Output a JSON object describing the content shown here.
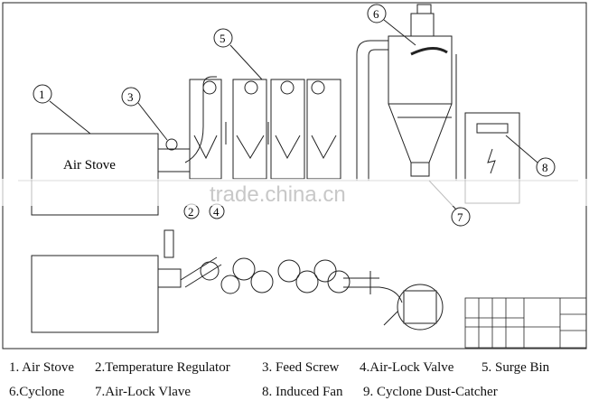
{
  "drawing": {
    "stove_label": "Air Stove",
    "callouts": [
      "1",
      "2",
      "3",
      "4",
      "5",
      "6",
      "7",
      "8"
    ],
    "watermark": "trade.china.cn"
  },
  "legend": {
    "row1": [
      "1. Air Stove",
      "2.Temperature Regulator",
      "3. Feed Screw",
      "4.Air-Lock Valve",
      "5. Surge Bin"
    ],
    "row2": [
      "6.Cyclone",
      "7.Air-Lock Vlave",
      "8. Induced Fan",
      "9. Cyclone Dust-Catcher"
    ]
  }
}
